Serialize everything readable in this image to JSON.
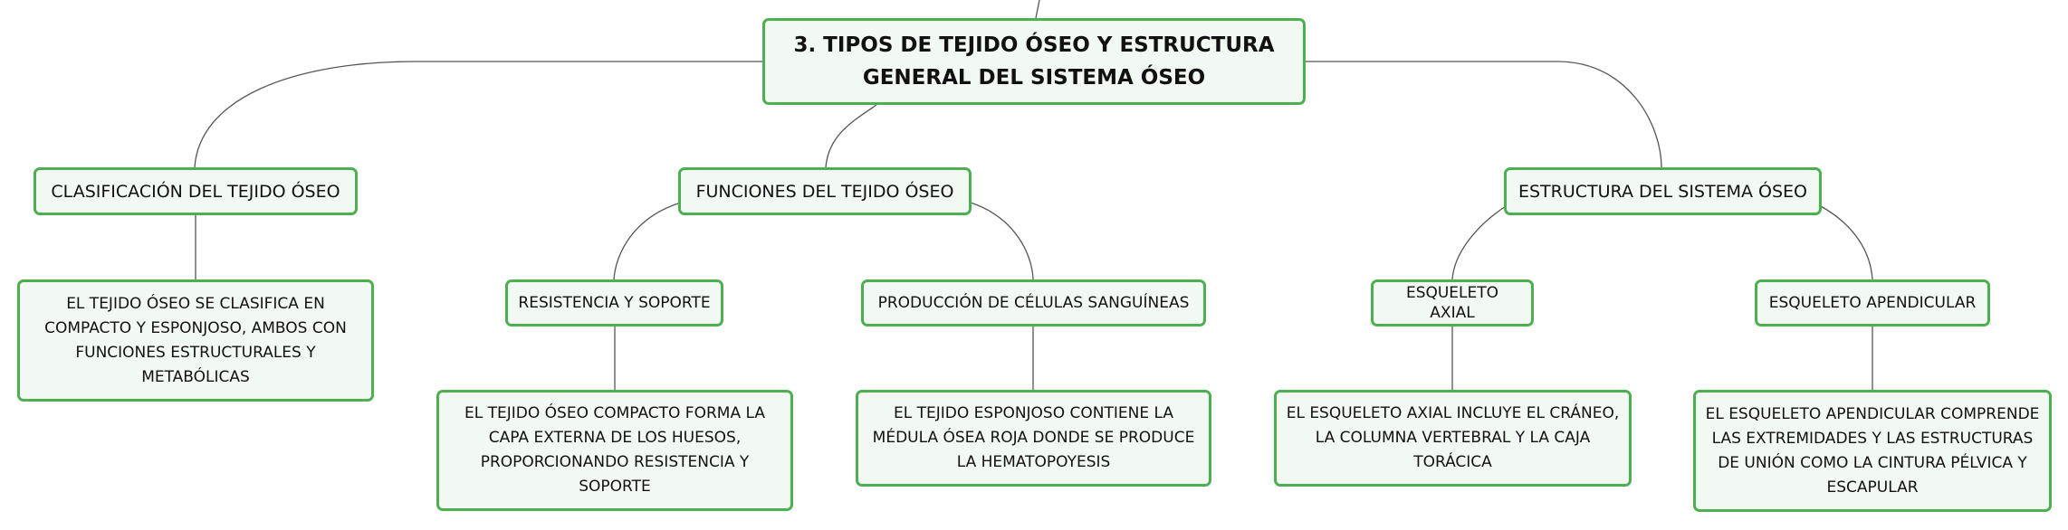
{
  "colors": {
    "node_border": "#4caf50",
    "node_fill": "#f2f8f2",
    "connector": "#555555"
  },
  "root": {
    "title": "3. TIPOS DE TEJIDO ÓSEO Y ESTRUCTURA GENERAL DEL SISTEMA ÓSEO"
  },
  "clasificacion": {
    "title": "CLASIFICACIÓN DEL TEJIDO ÓSEO",
    "detail": "EL TEJIDO ÓSEO SE CLASIFICA EN COMPACTO Y ESPONJOSO, AMBOS CON FUNCIONES ESTRUCTURALES Y METABÓLICAS"
  },
  "funciones": {
    "title": "FUNCIONES DEL TEJIDO ÓSEO",
    "resistencia": {
      "title": "RESISTENCIA Y SOPORTE",
      "detail": "EL TEJIDO ÓSEO COMPACTO FORMA LA CAPA EXTERNA DE LOS HUESOS, PROPORCIONANDO RESISTENCIA Y SOPORTE"
    },
    "produccion": {
      "title": "PRODUCCIÓN DE CÉLULAS SANGUÍNEAS",
      "detail": "EL TEJIDO ESPONJOSO CONTIENE LA MÉDULA ÓSEA ROJA DONDE SE PRODUCE LA HEMATOPOYESIS"
    }
  },
  "estructura": {
    "title": "ESTRUCTURA DEL SISTEMA ÓSEO",
    "axial": {
      "title": "ESQUELETO AXIAL",
      "detail": "EL ESQUELETO AXIAL INCLUYE EL CRÁNEO, LA COLUMNA VERTEBRAL Y LA CAJA TORÁCICA"
    },
    "apendicular": {
      "title": "ESQUELETO APENDICULAR",
      "detail": "EL ESQUELETO APENDICULAR COMPRENDE LAS EXTREMIDADES Y LAS ESTRUCTURAS DE UNIÓN COMO LA CINTURA PÉLVICA Y ESCAPULAR"
    }
  }
}
